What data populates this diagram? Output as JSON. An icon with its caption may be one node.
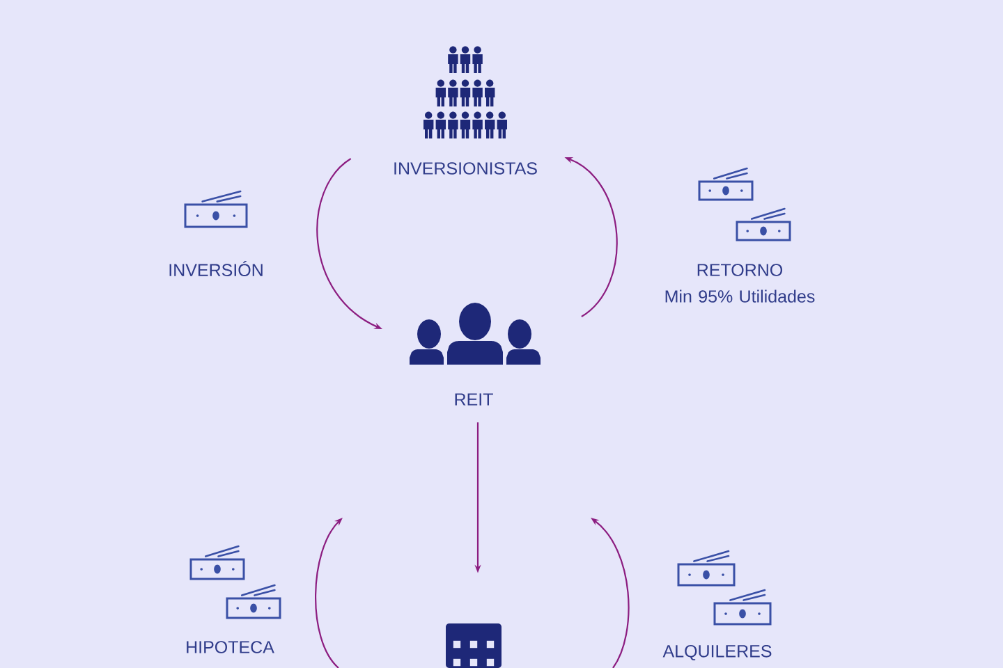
{
  "diagram": {
    "nodes": [
      {
        "text": [
          "INVERSIONISTAS"
        ]
      },
      {
        "text": [
          "REIT"
        ]
      },
      {
        "text": [],
        "shape": "picture"
      }
    ],
    "edges": [
      {
        "from": 0,
        "to": 1,
        "arrow": "to"
      },
      {
        "from": 1,
        "to": 0,
        "arrow": "to"
      },
      {
        "from": 1,
        "to": 2,
        "arrow": "to"
      }
    ],
    "labels": [
      "INVERSIÓN",
      "RETORNO Min 95% Utilidades",
      "HIPOTECA",
      "ALQUILERES"
    ]
  }
}
